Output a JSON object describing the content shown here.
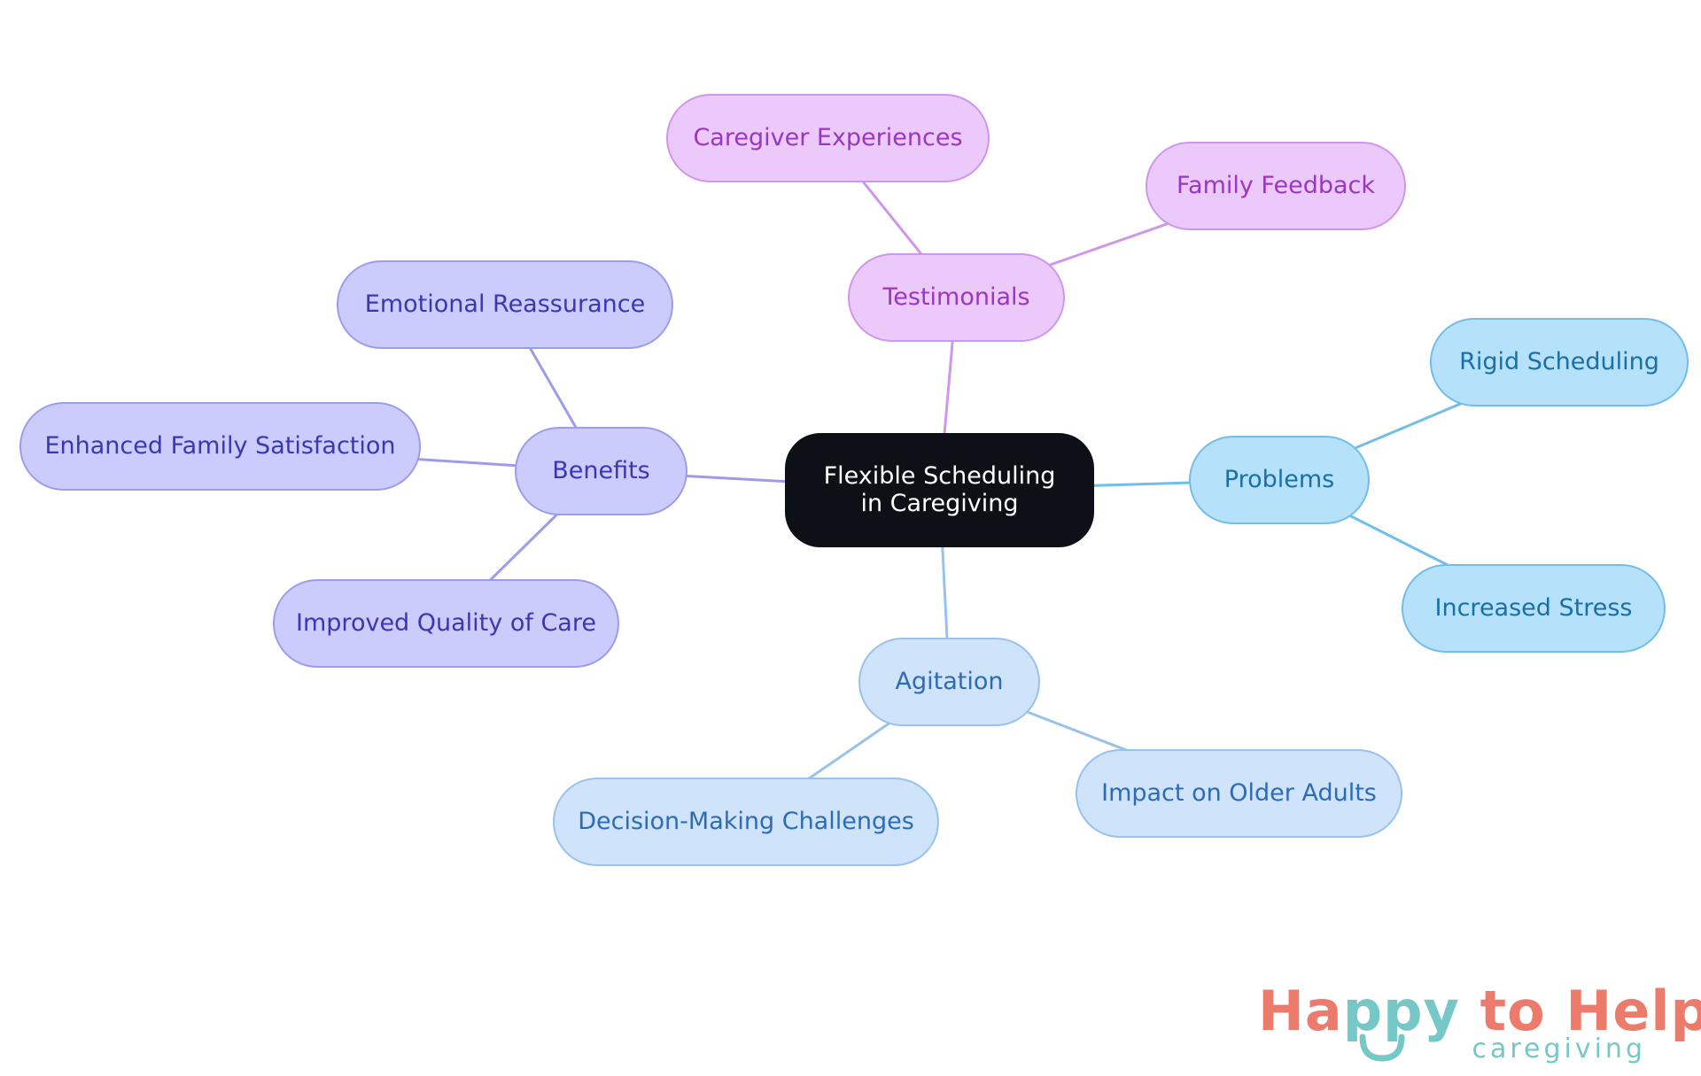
{
  "mindmap": {
    "root": {
      "label": "Flexible Scheduling in Caregiving"
    },
    "branches": {
      "benefits": {
        "label": "Benefits",
        "children": {
          "emotional": "Emotional Reassurance",
          "family_satisfaction": "Enhanced Family Satisfaction",
          "quality": "Improved Quality of Care"
        }
      },
      "testimonials": {
        "label": "Testimonials",
        "children": {
          "caregiver": "Caregiver Experiences",
          "family": "Family Feedback"
        }
      },
      "problems": {
        "label": "Problems",
        "children": {
          "rigid": "Rigid Scheduling",
          "stress": "Increased Stress"
        }
      },
      "agitation": {
        "label": "Agitation",
        "children": {
          "decision": "Decision-Making Challenges",
          "impact": "Impact on Older Adults"
        }
      }
    }
  },
  "colors": {
    "root": "#0d1117",
    "benefits": "#9d9cec",
    "testimonials": "#cf96ec",
    "problems": "#72bde9",
    "agitation": "#98c2ec",
    "logo_primary": "#ec7b6b",
    "logo_accent": "#76c7c7"
  },
  "logo": {
    "part1": "Ha",
    "part2": "ppy",
    "part3": " to Help",
    "tagline": "caregiving"
  }
}
